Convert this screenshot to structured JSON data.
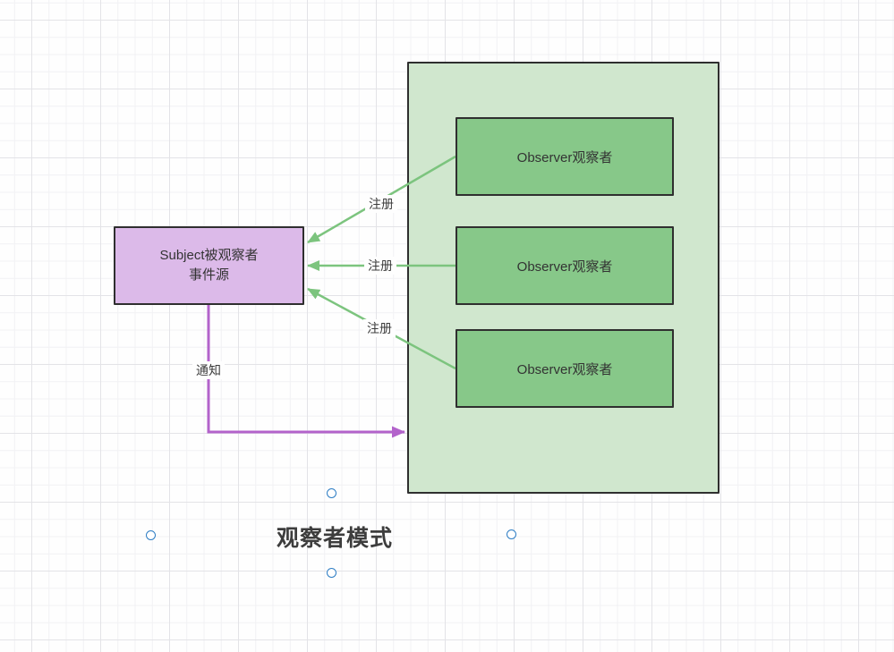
{
  "diagram": {
    "title": "观察者模式",
    "subject": {
      "label_line1": "Subject被观察者",
      "label_line2": "事件源"
    },
    "observers": [
      {
        "label": "Observer观察者"
      },
      {
        "label": "Observer观察者"
      },
      {
        "label": "Observer观察者"
      }
    ],
    "register_arrows": [
      {
        "label": "注册"
      },
      {
        "label": "注册"
      },
      {
        "label": "注册"
      }
    ],
    "notify_arrow": {
      "label": "通知"
    },
    "colors": {
      "container_fill": "#d0e7ce",
      "observer_fill": "#87c889",
      "subject_fill": "#dcbae9",
      "shape_border": "#2f2f2f",
      "register_arrow": "#7cc47e",
      "notify_arrow": "#b363cb",
      "connection_point": "#2d7dc4",
      "text": "#333333",
      "grid_major": "#e3e3e7",
      "grid_minor": "#f1f1f4"
    }
  }
}
